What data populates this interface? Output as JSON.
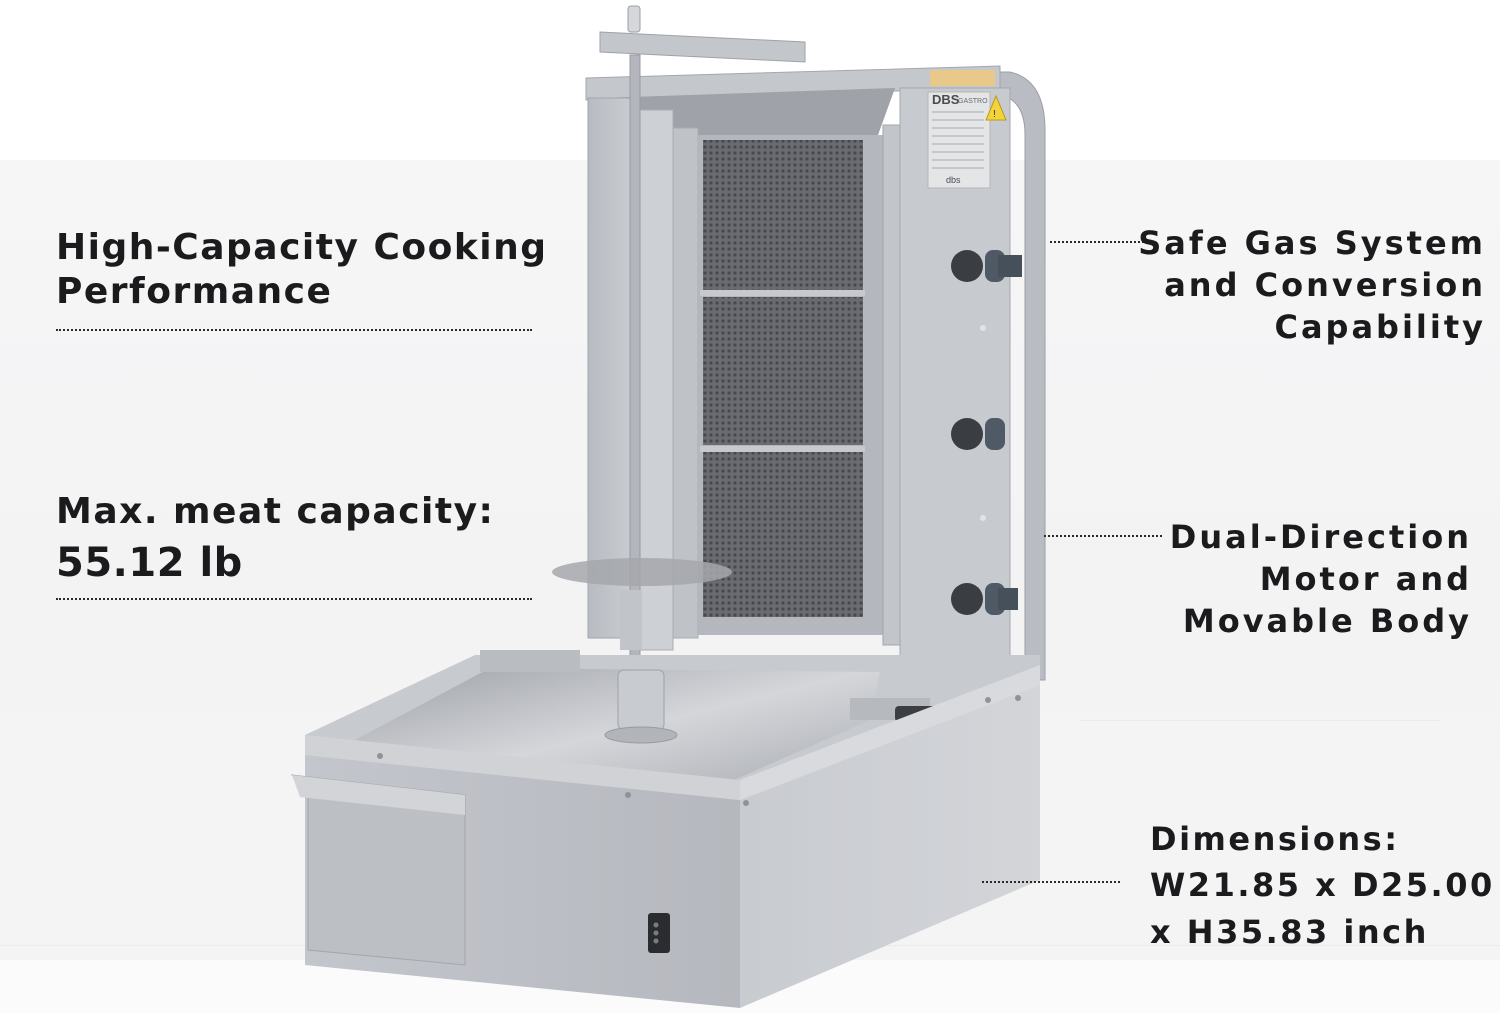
{
  "product": {
    "brand_label": "DBS",
    "brand_sub": "GASTRO",
    "plate_logo": "dbs",
    "type": "vertical gas gyro broiler"
  },
  "callouts": [
    {
      "id": "capacity-performance",
      "side": "left",
      "lines": [
        "High-Capacity Cooking",
        "Performance"
      ]
    },
    {
      "id": "meat-capacity",
      "side": "left",
      "lines": [
        "Max. meat capacity:",
        "55.12 lb"
      ]
    },
    {
      "id": "gas-system",
      "side": "right",
      "lines": [
        "Safe Gas System",
        "and Conversion",
        "Capability"
      ]
    },
    {
      "id": "motor-body",
      "side": "right",
      "lines": [
        "Dual-Direction",
        "Motor and",
        "Movable Body"
      ]
    },
    {
      "id": "dimensions",
      "side": "right",
      "lines": [
        "Dimensions:",
        "W21.85 x D25.00",
        "x H35.83 inch"
      ]
    }
  ],
  "colors": {
    "text": "#1b1b1d",
    "steel_light": "#c9cbd0",
    "steel_mid": "#aeb1b7",
    "steel_dark": "#8d9096",
    "knob": "#3a3d42",
    "mesh": "#5f6064",
    "warning_yellow": "#f2d43a"
  }
}
